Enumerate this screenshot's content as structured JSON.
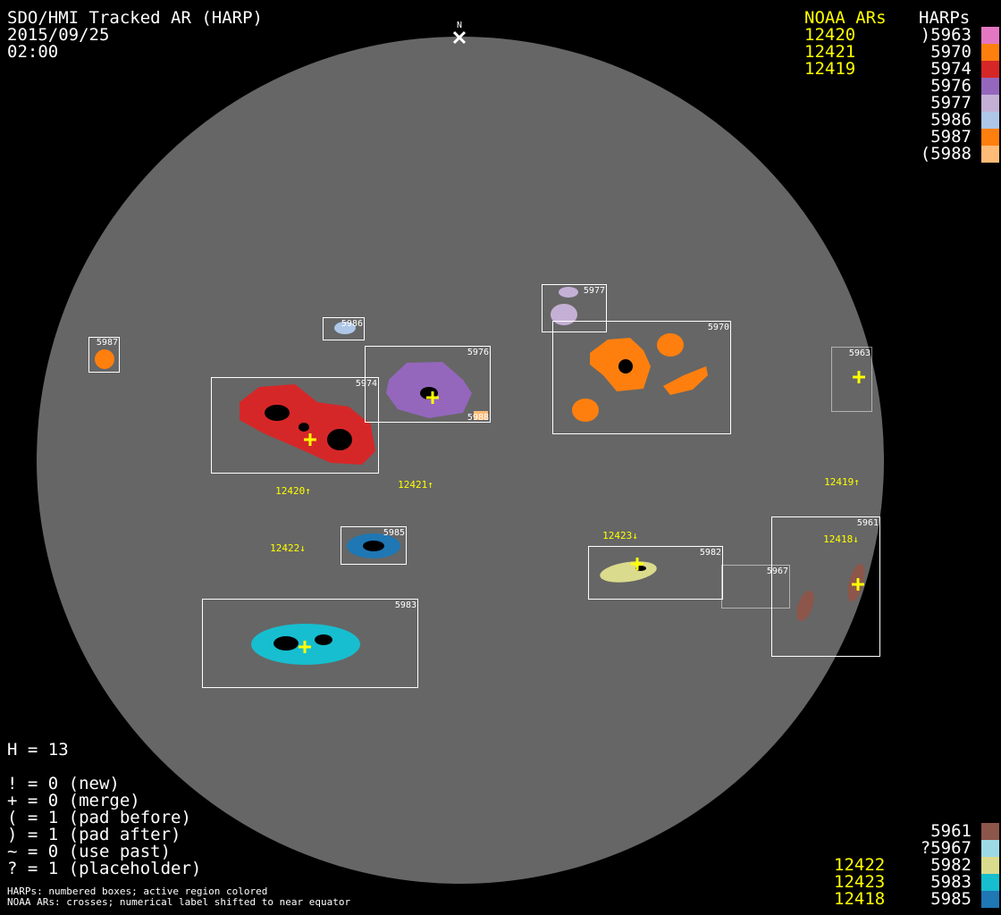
{
  "header": {
    "title": "SDO/HMI Tracked AR (HARP)",
    "date": "2015/09/25",
    "time": "02:00",
    "north_label": "N"
  },
  "legend_top": {
    "noaa_header": "NOAA ARs",
    "harp_header": "HARPs",
    "noaa": [
      "12420",
      "12421",
      "12419"
    ],
    "harps": [
      {
        "label": ")5963",
        "color": "#e377c2"
      },
      {
        "label": "5970",
        "color": "#ff7f0e"
      },
      {
        "label": "5974",
        "color": "#d62728"
      },
      {
        "label": "5976",
        "color": "#9467bd"
      },
      {
        "label": "5977",
        "color": "#c5b0d5"
      },
      {
        "label": "5986",
        "color": "#aec7e8"
      },
      {
        "label": "5987",
        "color": "#ff7f0e"
      },
      {
        "label": "(5988",
        "color": "#ffbb78"
      }
    ]
  },
  "legend_bottom": {
    "noaa": [
      "12422",
      "12423",
      "12418"
    ],
    "harps": [
      {
        "label": "5961",
        "color": "#8c564b"
      },
      {
        "label": "?5967",
        "color": "#9edae5"
      },
      {
        "label": "5982",
        "color": "#dbdb8d"
      },
      {
        "label": "5983",
        "color": "#17becf"
      },
      {
        "label": "5985",
        "color": "#1f77b4"
      }
    ]
  },
  "stats": {
    "h": "H = 13",
    "lines": [
      "! = 0 (new)",
      "+ = 0 (merge)",
      "( = 1 (pad before)",
      ") = 1 (pad after)",
      "~ = 0 (use past)",
      "? = 1 (placeholder)"
    ]
  },
  "footer": [
    "HARPs: numbered boxes; active region colored",
    "NOAA ARs: crosses; numerical label shifted to near equator"
  ],
  "disk": {
    "box_labels": {
      "b5987": "5987",
      "b5986": "5986",
      "b5977": "5977",
      "b5970": "5970",
      "b5976": "5976",
      "b5974": "5974",
      "b5963": "5963",
      "b5988": "5988",
      "b5985": "5985",
      "b5982": "5982",
      "b5967": "5967",
      "b5961": "5961",
      "b5983": "5983"
    },
    "noaa_labels": {
      "n12420": "12420↑",
      "n12421": "12421↑",
      "n12419": "12419↑",
      "n12422": "12422↓",
      "n12423": "12423↓",
      "n12418": "12418↓"
    }
  }
}
